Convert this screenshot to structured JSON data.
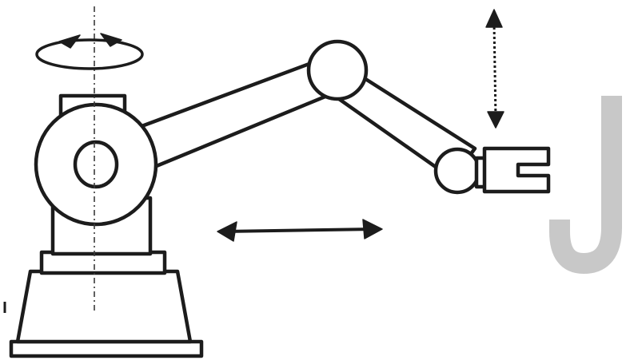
{
  "diagram": {
    "subject": "robotic-arm",
    "watermark_letter": "J",
    "colors": {
      "ink": "#1c1c1c",
      "paper": "#ffffff",
      "watermark": "#c8c8c8"
    },
    "motions": [
      "base-rotation-icon",
      "horizontal-reach-arrow",
      "vertical-lift-arrow"
    ],
    "icons": [
      "robot-base-icon",
      "shoulder-joint-icon",
      "elbow-joint-icon",
      "wrist-joint-icon",
      "gripper-icon"
    ]
  }
}
